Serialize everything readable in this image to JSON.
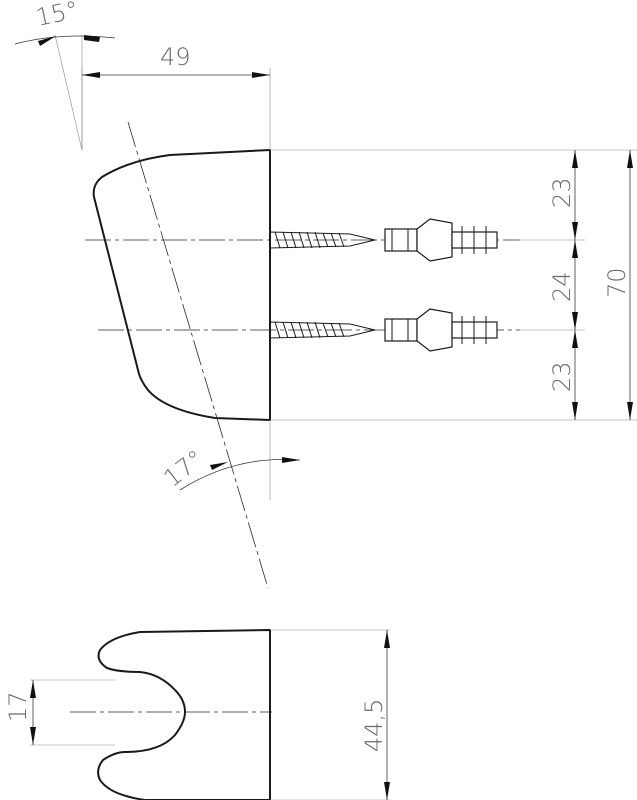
{
  "dimensions": {
    "angle_top": "15°",
    "width_top": "49",
    "upper_gap": "23",
    "middle_gap": "24",
    "lower_gap": "23",
    "total_height": "70",
    "angle_bottom": "17°",
    "slot_width": "17",
    "holder_depth": "44,5"
  },
  "colors": {
    "outline": "#1a1a1a",
    "dimension_text": "#6a6a6a",
    "background": "#ffffff"
  }
}
